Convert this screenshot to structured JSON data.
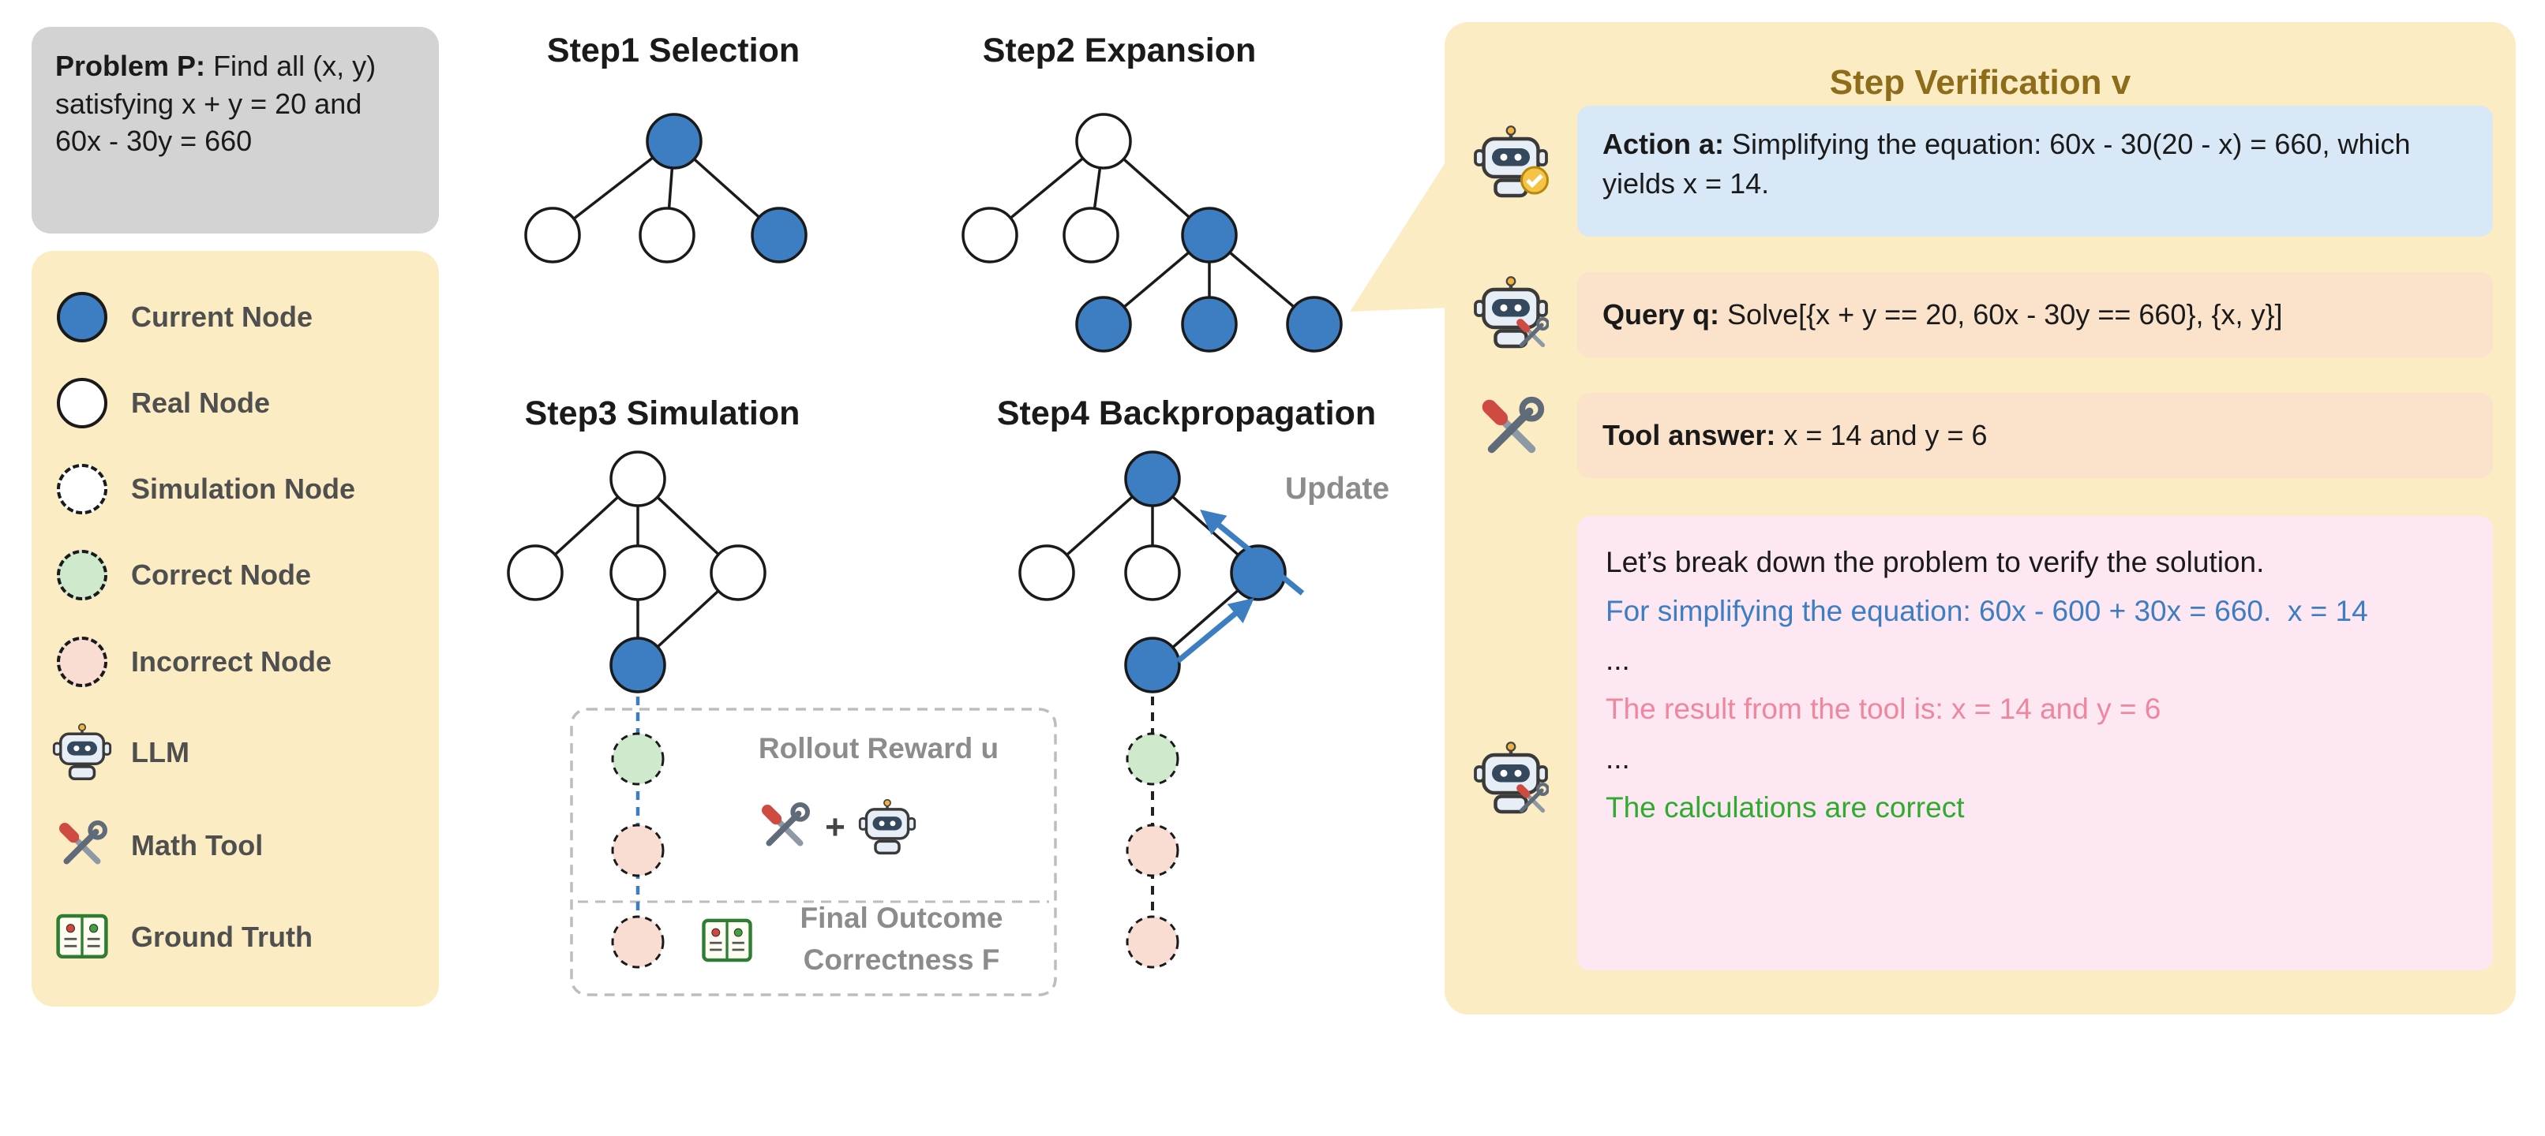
{
  "problem": {
    "label": "Problem P:",
    "text": "Find all (x, y) satisfying x + y = 20 and 60x - 30y = 660"
  },
  "legend": {
    "items": [
      {
        "label": "Current Node"
      },
      {
        "label": "Real Node"
      },
      {
        "label": "Simulation Node"
      },
      {
        "label": "Correct Node"
      },
      {
        "label": "Incorrect Node"
      },
      {
        "label": "LLM"
      },
      {
        "label": "Math Tool"
      },
      {
        "label": "Ground Truth"
      }
    ]
  },
  "steps": {
    "step1_title": "Step1 Selection",
    "step2_title": "Step2 Expansion",
    "step3_title": "Step3 Simulation",
    "step4_title": "Step4 Backpropagation",
    "update_label": "Update",
    "rollout_reward_label": "Rollout Reward u",
    "plus": "+",
    "final_outcome_label": "Final Outcome Correctness F"
  },
  "verification": {
    "title": "Step Verification v",
    "action_label": "Action a:",
    "action_text": "Simplifying the equation: 60x - 30(20 - x) = 660, which yields x = 14.",
    "query_label": "Query q:",
    "query_text": "Solve[{x + y == 20, 60x - 30y == 660}, {x, y}]",
    "tool_label": "Tool answer:",
    "tool_text": "x = 14 and y = 6",
    "reasoning": {
      "line1": "Let’s break down the problem to verify the solution.",
      "line2": "For simplifying the equation: 60x - 600 + 30x = 660.  x = 14",
      "line3": "...",
      "line4": "The result from the tool is: x = 14 and y = 6",
      "line5": "...",
      "line6": "The calculations are correct"
    }
  },
  "colors": {
    "node_blue": "#3d7dc1",
    "node_green": "#cfe9cd",
    "node_pink": "#f9ddd2",
    "panel_cream": "#fbecc3",
    "problem_gray": "#d3d3d3",
    "action_blue": "#d8e8f7",
    "query_peach": "#fae2cb",
    "reason_pink": "#fce7f2",
    "text_blue": "#3d7dc1",
    "text_pink": "#f0869e",
    "text_green": "#2fab2f",
    "update_gray": "#8c8c8c"
  }
}
